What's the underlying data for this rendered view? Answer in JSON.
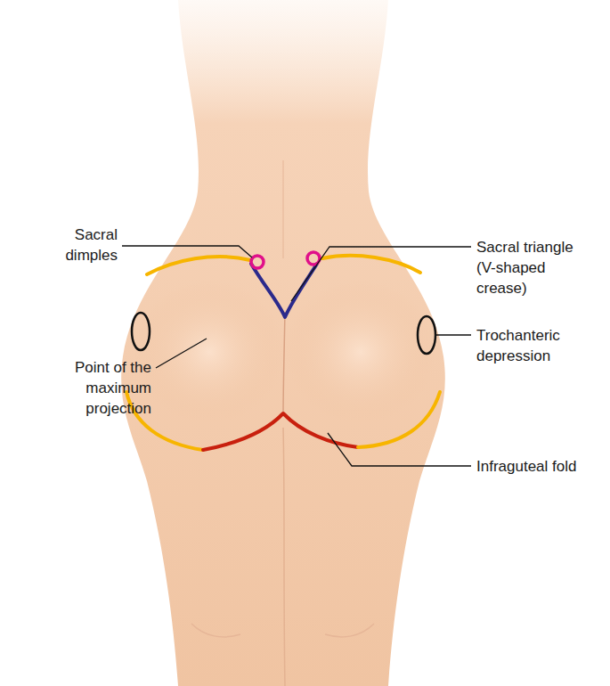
{
  "diagram": {
    "labels": [
      "Sacral dimples",
      "Sacral triangle (V-shaped crease)",
      "Trochanteric depression",
      "Point of the maximum projection",
      "Infraguteal fold"
    ]
  }
}
